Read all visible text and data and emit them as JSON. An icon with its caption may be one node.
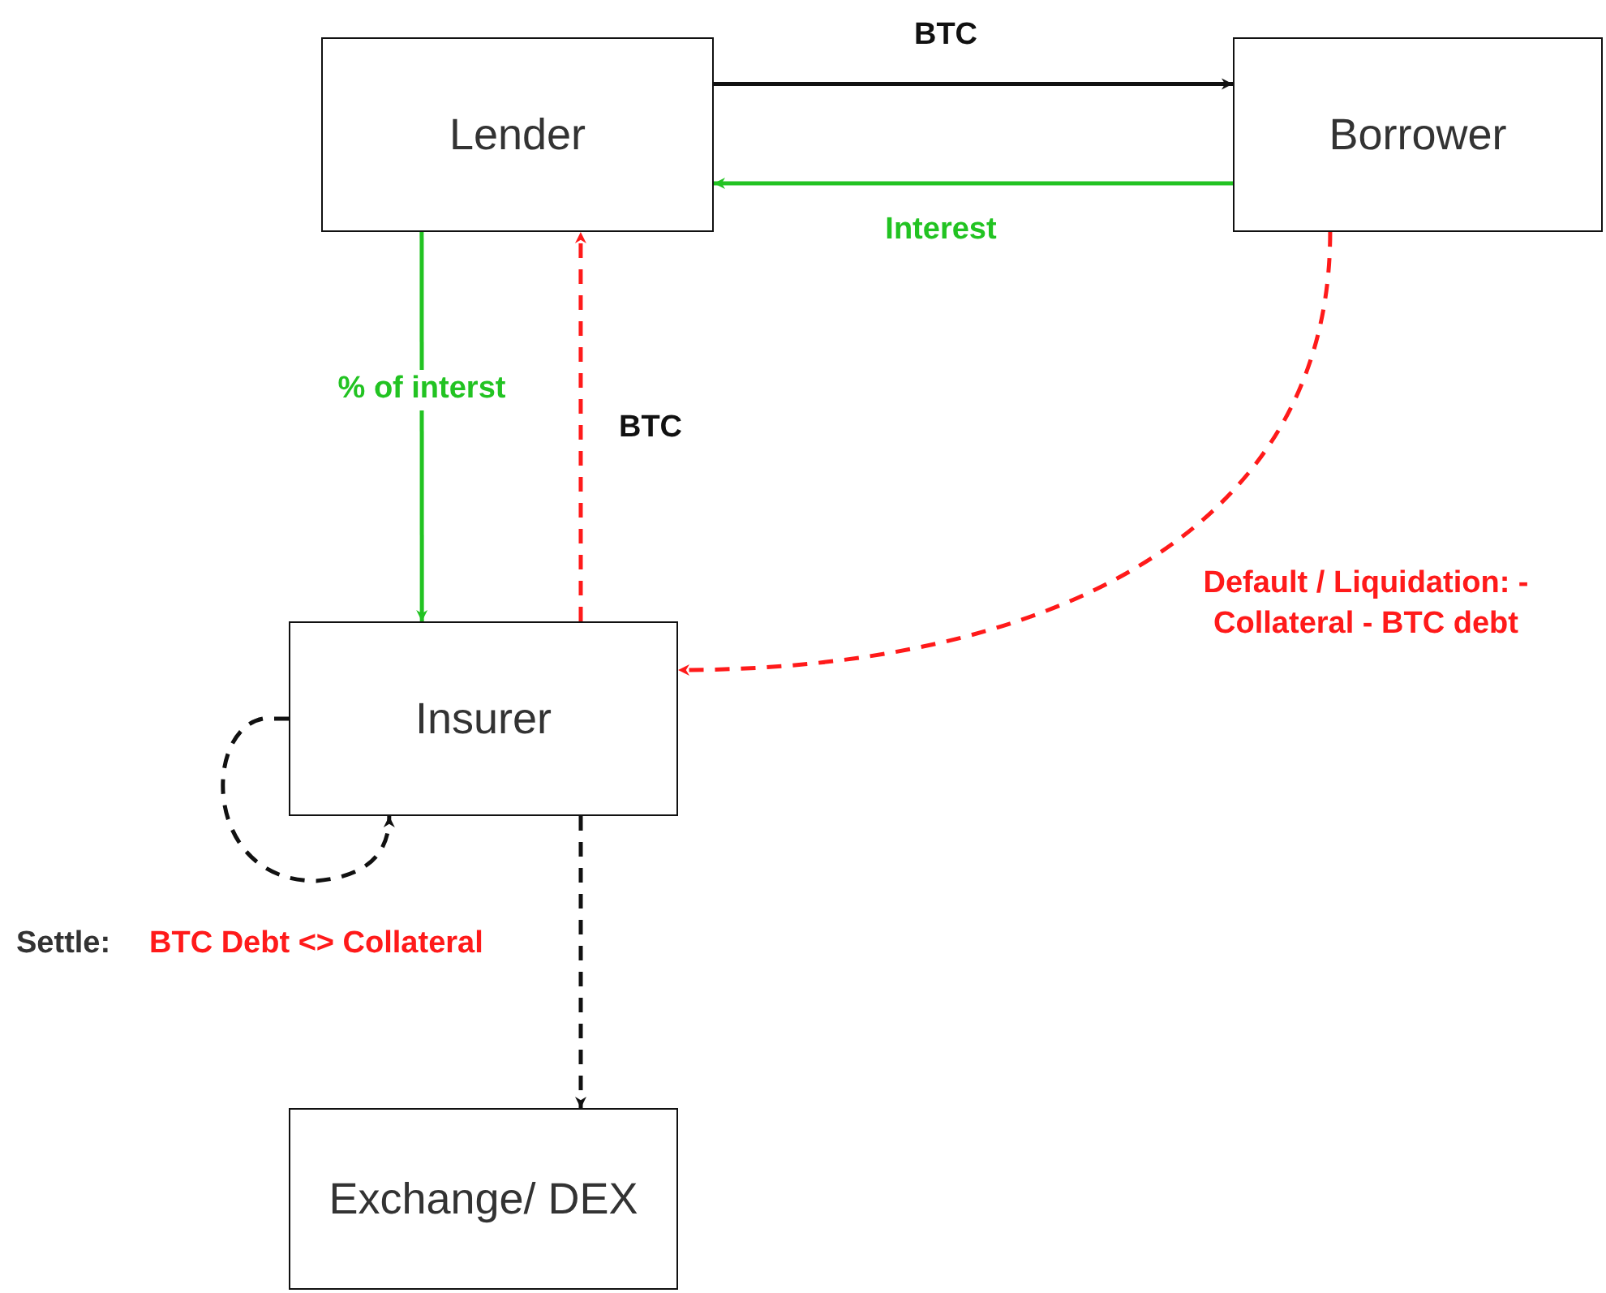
{
  "diagram": {
    "nodes": [
      {
        "text": [
          "Lender"
        ]
      },
      {
        "text": [
          "Borrower"
        ]
      },
      {
        "text": [
          "Insurer"
        ]
      },
      {
        "text": [
          "Exchange/ DEX"
        ]
      }
    ],
    "edges": [
      {
        "from": 0,
        "to": 1,
        "arrow": "to",
        "label": "BTC"
      },
      {
        "from": 1,
        "to": 0,
        "arrow": "to",
        "label": "Interest",
        "color": "#22c322"
      },
      {
        "from": 0,
        "to": 2,
        "arrow": "to",
        "label": "% of interst",
        "color": "#22c322"
      },
      {
        "from": 2,
        "to": 0,
        "arrow": "to",
        "label": "BTC",
        "style": "dashed",
        "color": "#ff1a1a"
      },
      {
        "from": 1,
        "to": 2,
        "arrow": "to",
        "label": "Default / Liquidation: - Collateral - BTC debt",
        "style": "dashed",
        "color": "#ff1a1a"
      },
      {
        "from": 2,
        "to": 2,
        "arrow": "to",
        "style": "dashed"
      },
      {
        "from": 2,
        "to": 3,
        "arrow": "to",
        "label": "BTC Debt <> Collateral",
        "style": "dashed"
      }
    ],
    "labels": [
      "Settle:"
    ]
  }
}
